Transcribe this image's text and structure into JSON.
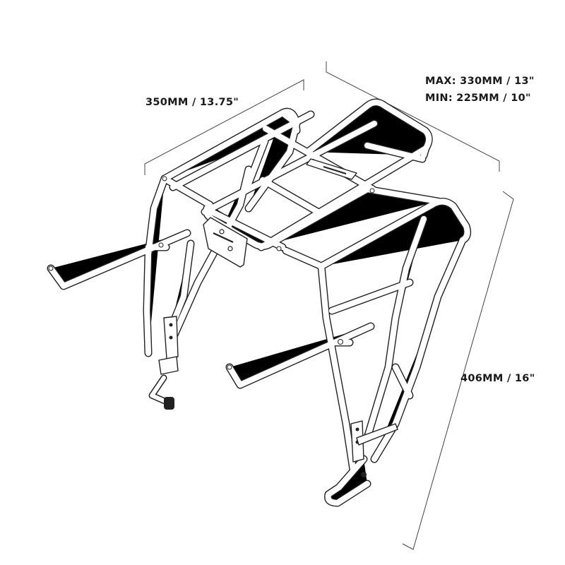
{
  "diagram": {
    "subject": "rear bike rack line drawing with dimensions",
    "dimensions": {
      "width": "350MM / 13.75\"",
      "length_max": "MAX: 330MM / 13\"",
      "length_min": "MIN: 225MM / 10\"",
      "height": "406MM / 16\""
    },
    "colors": {
      "line": "#222222",
      "background": "#ffffff",
      "text": "#1a1a1a"
    }
  }
}
